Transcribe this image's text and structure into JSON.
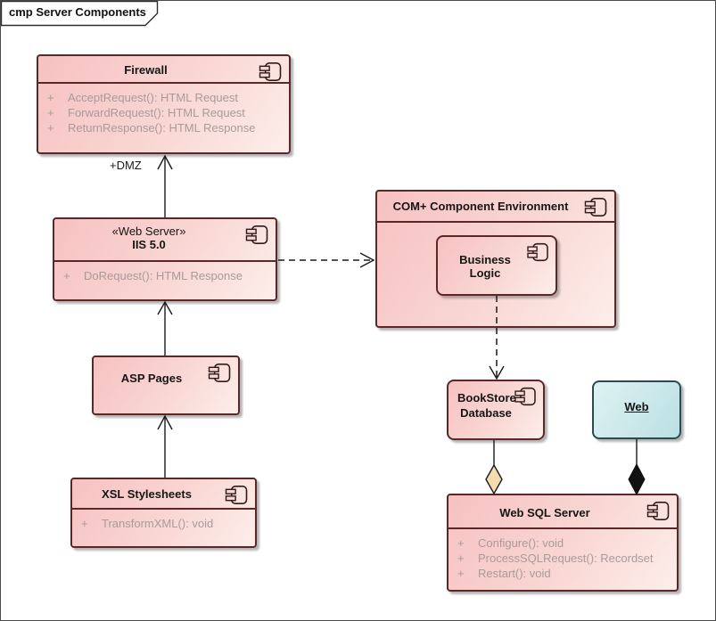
{
  "frame": {
    "title": "cmp Server Components"
  },
  "colors": {
    "component_fill_start": "#f6c1c1",
    "component_fill_end": "#fdeeea",
    "component_border": "#5b2727",
    "artifact_fill_start": "#ddf2f3",
    "artifact_fill_end": "#b9e0e3",
    "artifact_border": "#2b4a52",
    "operation_text": "#a89b9b",
    "aggregation_diamond": "#f3dcae",
    "composition_diamond": "#111111"
  },
  "nodes": {
    "firewall": {
      "title": "Firewall",
      "operations": [
        {
          "vis": "+",
          "sig": "AcceptRequest(): HTML Request"
        },
        {
          "vis": "+",
          "sig": "ForwardRequest(): HTML Request"
        },
        {
          "vis": "+",
          "sig": "ReturnResponse(): HTML Response"
        }
      ]
    },
    "iis": {
      "stereotype": "«Web Server»",
      "title": "IIS 5.0",
      "operations": [
        {
          "vis": "+",
          "sig": "DoRequest(): HTML Response"
        }
      ]
    },
    "asp_pages": {
      "title": "ASP Pages"
    },
    "xsl_stylesheets": {
      "title": "XSL Stylesheets",
      "operations": [
        {
          "vis": "+",
          "sig": "TransformXML(): void"
        }
      ]
    },
    "com_environment": {
      "title": "COM+ Component Environment"
    },
    "business_logic": {
      "title": "Business Logic"
    },
    "bookstore_database": {
      "title": "BookStore Database"
    },
    "web": {
      "title": "Web"
    },
    "web_sql_server": {
      "title": "Web SQL Server",
      "operations": [
        {
          "vis": "+",
          "sig": "Configure(): void"
        },
        {
          "vis": "+",
          "sig": "ProcessSQLRequest(): Recordset"
        },
        {
          "vis": "+",
          "sig": "Restart(): void"
        }
      ]
    }
  },
  "edges": {
    "dmz_label": "+DMZ"
  }
}
